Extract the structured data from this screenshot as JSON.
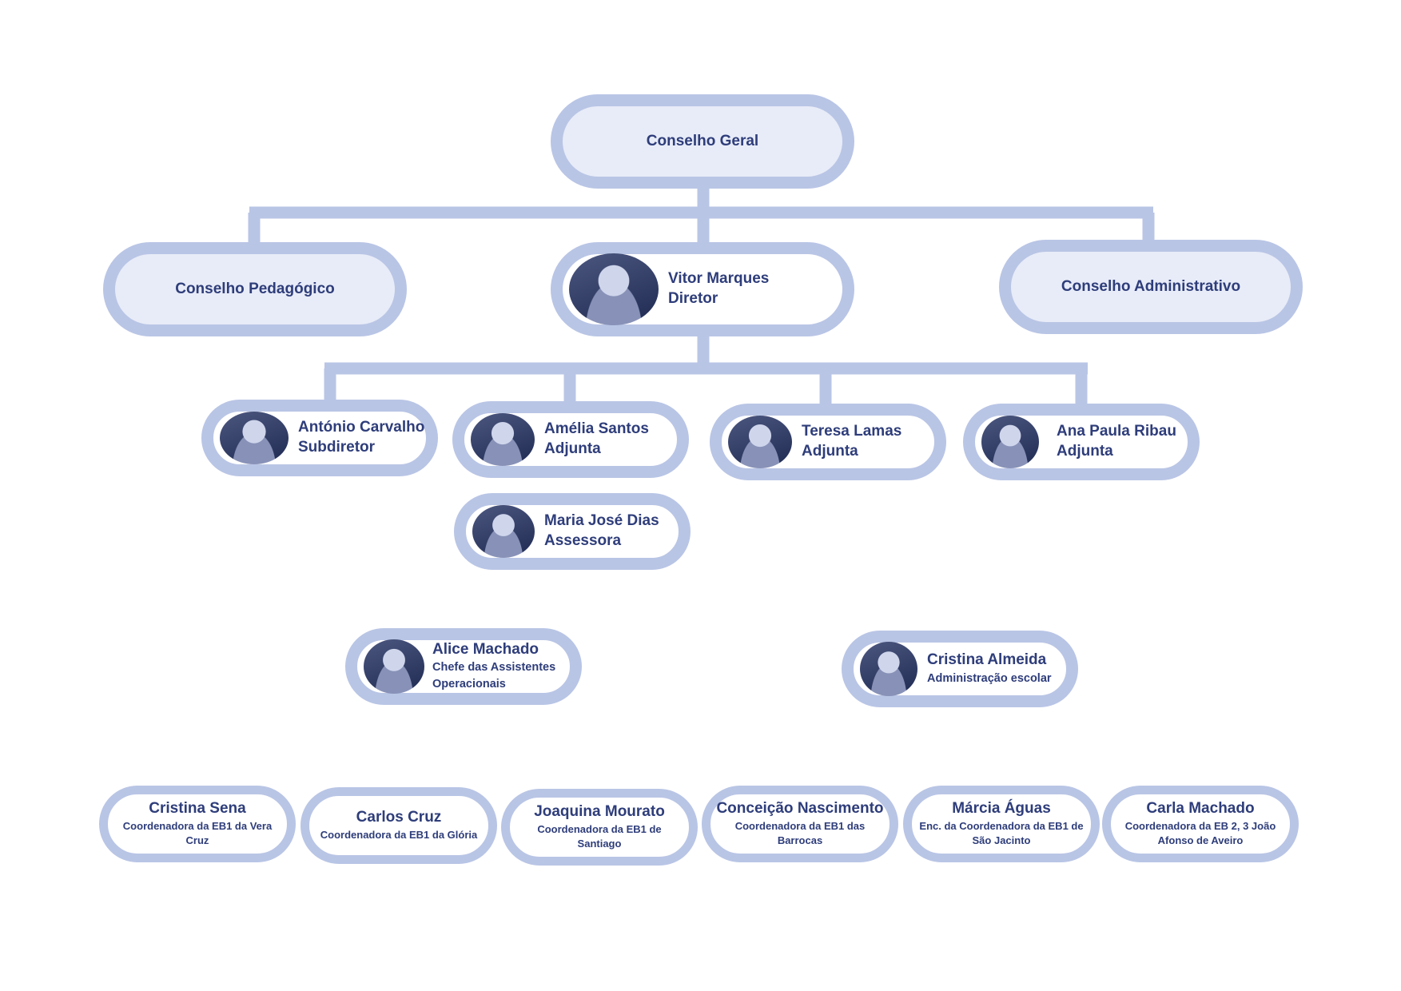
{
  "colors": {
    "accent": "#b9c5e5",
    "text": "#2e3d7a",
    "council_fill": "#e8ecf8"
  },
  "conselho_geral": {
    "label": "Conselho Geral"
  },
  "conselho_pedagogico": {
    "label": "Conselho Pedagógico"
  },
  "conselho_administrativo": {
    "label": "Conselho Administrativo"
  },
  "diretor": {
    "name": "Vitor Marques",
    "role": "Diretor"
  },
  "direction": [
    {
      "name": "António Carvalho",
      "role": "Subdiretor"
    },
    {
      "name": "Amélia Santos",
      "role": "Adjunta"
    },
    {
      "name": "Teresa Lamas",
      "role": "Adjunta"
    },
    {
      "name": "Ana Paula Ribau",
      "role": "Adjunta"
    }
  ],
  "assessora": {
    "name": "Maria José Dias",
    "role": "Assessora"
  },
  "alice": {
    "name": "Alice Machado",
    "role": "Chefe das Assistentes Operacionais"
  },
  "cristina_almeida": {
    "name": "Cristina Almeida",
    "role": "Administração escolar"
  },
  "coordinators": [
    {
      "name": "Cristina Sena",
      "role": "Coordenadora da EB1 da Vera Cruz"
    },
    {
      "name": "Carlos Cruz",
      "role": "Coordenadora da EB1 da Glória"
    },
    {
      "name": "Joaquina Mourato",
      "role": "Coordenadora da EB1 de Santiago"
    },
    {
      "name": "Conceição Nascimento",
      "role": "Coordenadora da EB1 das Barrocas"
    },
    {
      "name": "Márcia Águas",
      "role": "Enc. da Coordenadora da EB1 de São Jacinto"
    },
    {
      "name": "Carla Machado",
      "role": "Coordenadora da EB 2, 3 João Afonso de Aveiro"
    }
  ]
}
